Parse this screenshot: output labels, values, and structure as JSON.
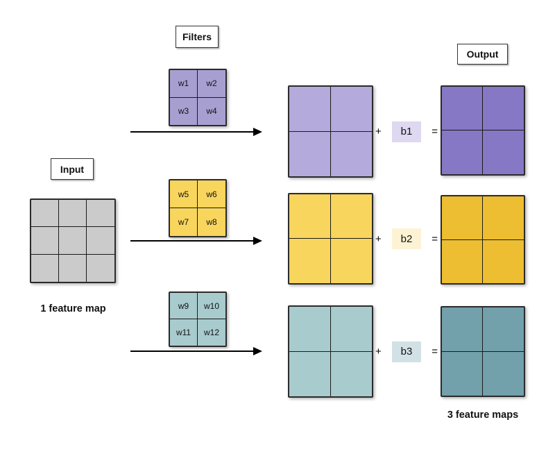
{
  "diagram": {
    "filters_label": "Filters",
    "input_label": "Input",
    "output_label": "Output",
    "input_caption": "1 feature map",
    "output_caption": "3 feature maps",
    "plus": "+",
    "equals": "="
  },
  "input_grid": {
    "rows": 3,
    "cols": 3,
    "fill": "#cbcbcb"
  },
  "rows": [
    {
      "filter_cells": [
        "w1",
        "w2",
        "w3",
        "w4"
      ],
      "bias_label": "b1",
      "colors": {
        "filter": "#a89fd1",
        "conv": "#b4aadb",
        "bias_bg": "#ded8f0",
        "output": "#8678c4"
      }
    },
    {
      "filter_cells": [
        "w5",
        "w6",
        "w7",
        "w8"
      ],
      "bias_label": "b2",
      "colors": {
        "filter": "#f8d55c",
        "conv": "#f8d55c",
        "bias_bg": "#fdf3d4",
        "output": "#edbd32"
      }
    },
    {
      "filter_cells": [
        "w9",
        "w10",
        "w11",
        "w12"
      ],
      "bias_label": "b3",
      "colors": {
        "filter": "#a8cbce",
        "conv": "#a8cbce",
        "bias_bg": "#d2e1e5",
        "output": "#72a0ab"
      }
    }
  ]
}
